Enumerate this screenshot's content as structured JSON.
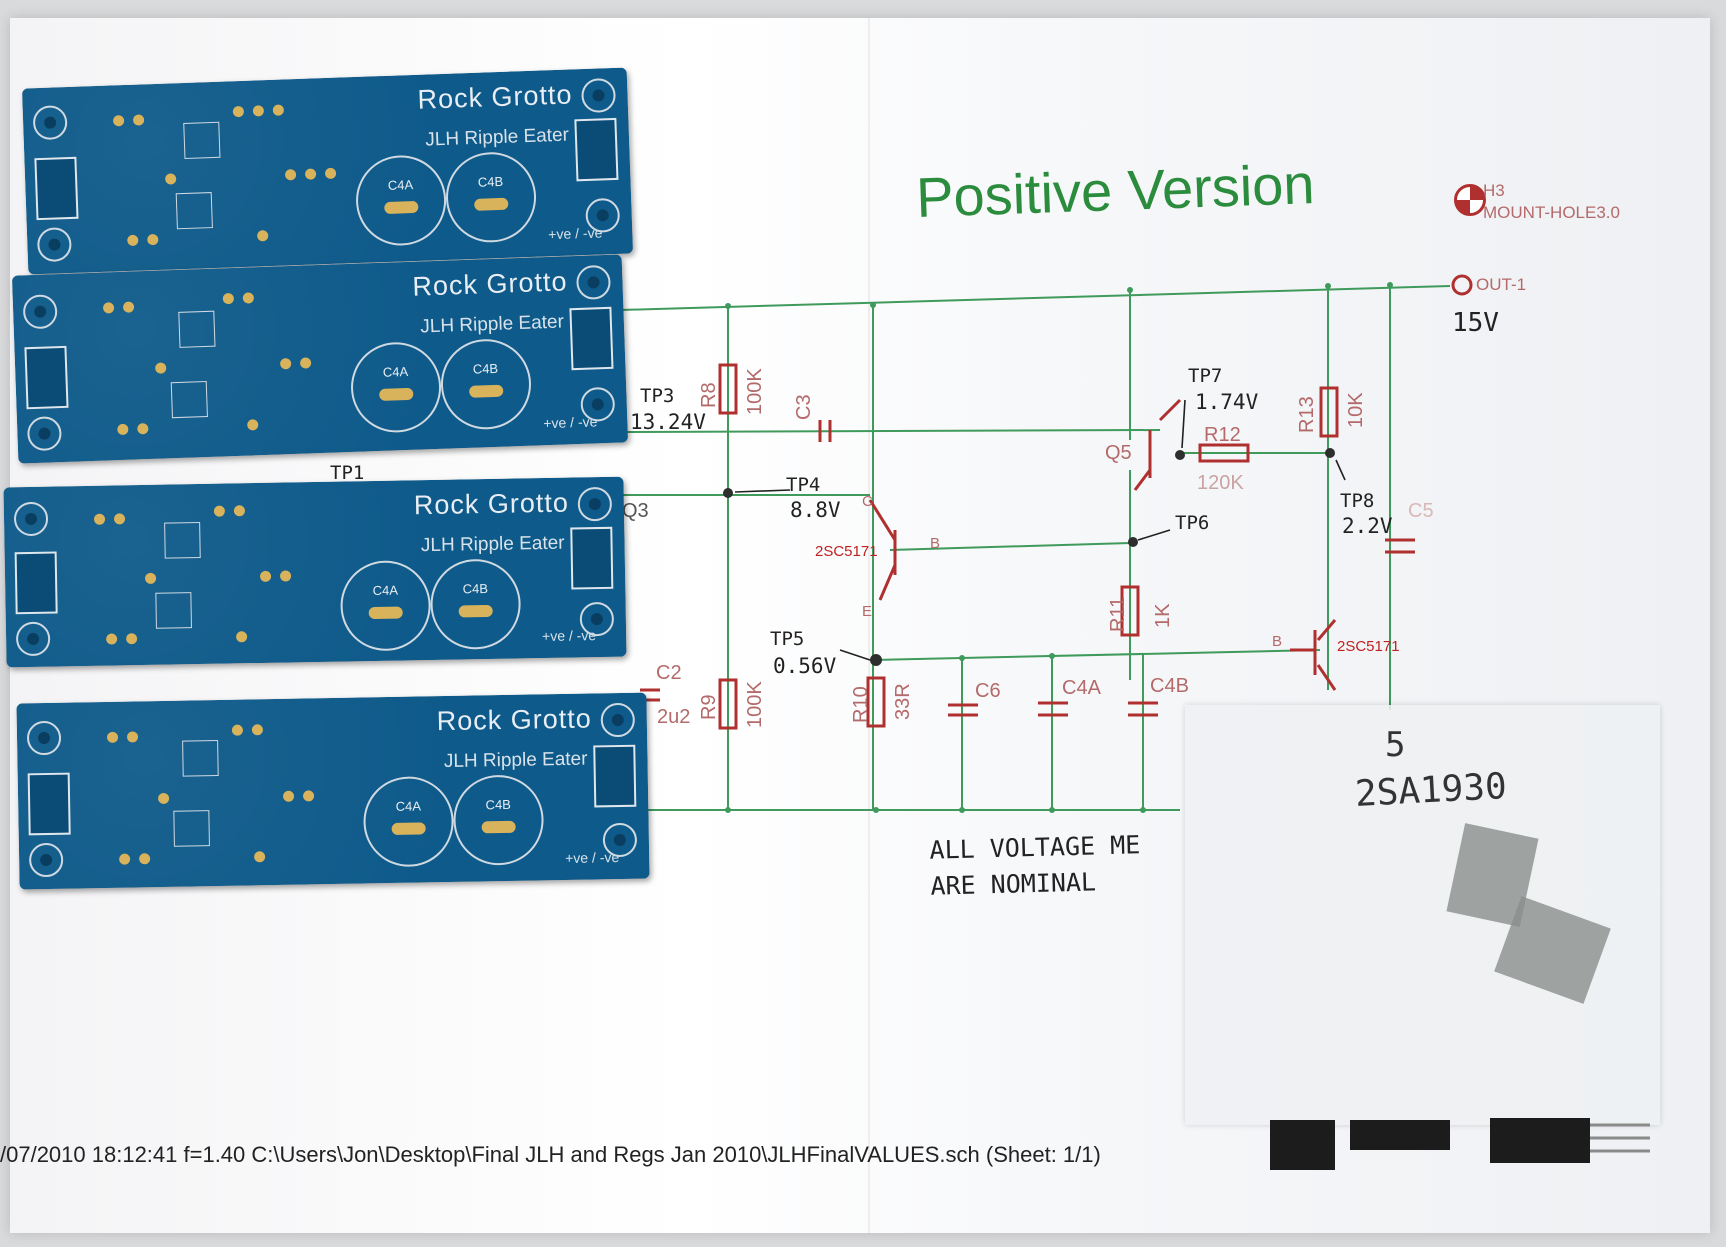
{
  "schematic": {
    "title": "Positive Version",
    "mount_hole": [
      "H3",
      "MOUNT-HOLE3.0"
    ],
    "output_label": "OUT-1",
    "output_voltage": "15V",
    "footer": "/07/2010 18:12:41  f=1.40  C:\\Users\\Jon\\Desktop\\Final JLH and Regs Jan 2010\\JLHFinalVALUES.sch (Sheet: 1/1)",
    "note_line1": "ALL VOLTAGE ME",
    "note_line2": "ARE NOMINAL",
    "components": {
      "r8": "R8",
      "r8_val": "100K",
      "r9": "R9",
      "r9_val": "100K",
      "r10": "R10",
      "r10_val": "33R",
      "r11": "R11",
      "r11_val": "1K",
      "r12": "R12",
      "r12_val": "120K",
      "r13": "R13",
      "r13_val": "10K",
      "c2": "C2",
      "c2_val": "2u2",
      "c3": "C3",
      "c5": "C5",
      "c6": "C6",
      "c4a": "C4A",
      "c4b": "C4B",
      "q5": "Q5",
      "q3": "Q3",
      "transistor_left": "2SC5171",
      "transistor_right": "2SC5171",
      "base_b": "B",
      "collector_c": "C",
      "emitter_e": "E"
    },
    "test_points": {
      "tp1": "TP1",
      "tp3": "TP3",
      "tp3_v": "13.24V",
      "tp4": "TP4",
      "tp4_v": "8.8V",
      "tp5": "TP5",
      "tp5_v": "0.56V",
      "tp6": "TP6",
      "tp7": "TP7",
      "tp7_v": "1.74V",
      "tp8": "TP8",
      "tp8_v": "2.2V"
    }
  },
  "pcbs": [
    {
      "brand": "Rock Grotto",
      "product": "JLH Ripple Eater",
      "cap_a": "C4A",
      "cap_b": "C4B",
      "polarity": "+ve / -ve"
    },
    {
      "brand": "Rock Grotto",
      "product": "JLH Ripple Eater",
      "cap_a": "C4A",
      "cap_b": "C4B",
      "polarity": "+ve / -ve"
    },
    {
      "brand": "Rock Grotto",
      "product": "JLH Ripple Eater",
      "cap_a": "C4A",
      "cap_b": "C4B",
      "polarity": "+ve / -ve"
    },
    {
      "brand": "Rock Grotto",
      "product": "JLH Ripple Eater",
      "cap_a": "C4A",
      "cap_b": "C4B",
      "polarity": "+ve / -ve"
    }
  ],
  "bag": {
    "count": "5",
    "part": "2SA1930"
  },
  "colors": {
    "pcb": "#0e5a8a",
    "wire": "#2e8b57",
    "component": "#b03030",
    "title": "#2c8c3e"
  }
}
